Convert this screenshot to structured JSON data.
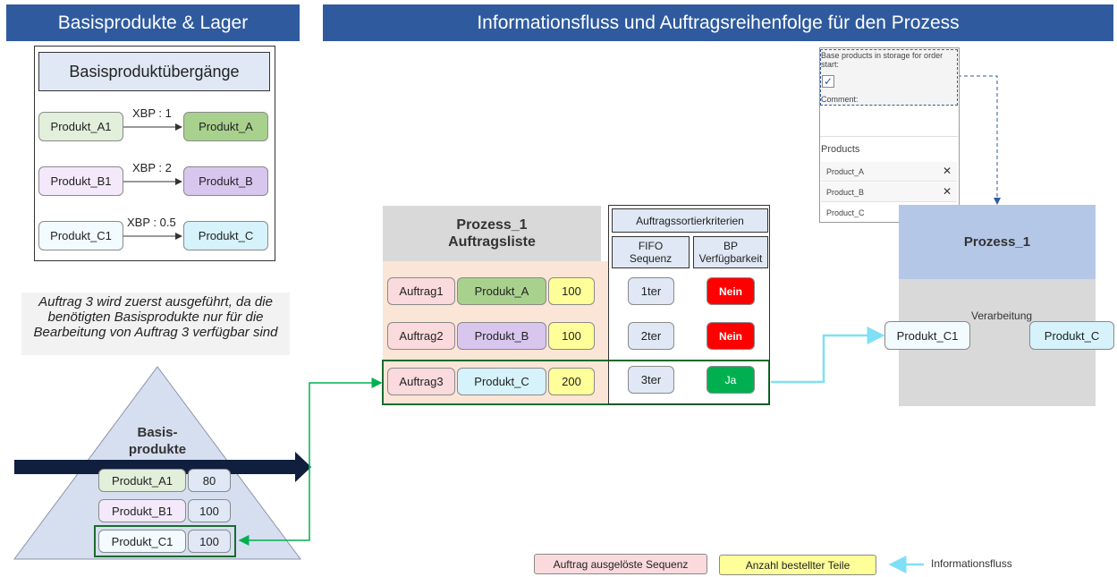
{
  "headers": {
    "left": "Basisprodukte & Lager",
    "right": "Informationsfluss und Auftragsreihenfolge für den Prozess"
  },
  "transitions": {
    "title": "Basisproduktübergänge",
    "rows": [
      {
        "from": "Produkt_A1",
        "to": "Produkt_A",
        "ratio": "XBP : 1"
      },
      {
        "from": "Produkt_B1",
        "to": "Produkt_B",
        "ratio": "XBP : 2"
      },
      {
        "from": "Produkt_C1",
        "to": "Produkt_C",
        "ratio": "XBP : 0.5"
      }
    ]
  },
  "note": "Auftrag 3 wird zuerst ausgeführt, da die benötigten Basisprodukte nur für die Bearbeitung von Auftrag 3 verfügbar sind",
  "pyramid": {
    "title_line1": "Basis-",
    "title_line2": "produkte",
    "items": [
      {
        "name": "Produkt_A1",
        "qty": "80"
      },
      {
        "name": "Produkt_B1",
        "qty": "100"
      },
      {
        "name": "Produkt_C1",
        "qty": "100"
      }
    ]
  },
  "orderlist": {
    "title_line1": "Prozess_1",
    "title_line2": "Auftragsliste",
    "orders": [
      {
        "id": "Auftrag1",
        "product": "Produkt_A",
        "qty": "100"
      },
      {
        "id": "Auftrag2",
        "product": "Produkt_B",
        "qty": "100"
      },
      {
        "id": "Auftrag3",
        "product": "Produkt_C",
        "qty": "200"
      }
    ]
  },
  "criteria": {
    "title": "Auftragssortierkriterien",
    "col1_line1": "FIFO",
    "col1_line2": "Sequenz",
    "col2_line1": "BP",
    "col2_line2": "Verfügbarkeit",
    "rows": [
      {
        "seq": "1ter",
        "avail": "Nein"
      },
      {
        "seq": "2ter",
        "avail": "Nein"
      },
      {
        "seq": "3ter",
        "avail": "Ja"
      }
    ]
  },
  "panel": {
    "label": "Base products in storage for order start:",
    "comment": "Comment:",
    "products_title": "Products",
    "products": [
      "Product_A",
      "Product_B",
      "Product_C"
    ]
  },
  "process": {
    "title": "Prozess_1",
    "step": "Verarbeitung",
    "from": "Produkt_C1",
    "to": "Produkt_C"
  },
  "legend": {
    "seq": "Auftrag ausgelöste Sequenz",
    "qty": "Anzahl bestellter Teile",
    "flow": "Informationsfluss"
  },
  "colors": {
    "header": "#2f5a9e",
    "green_light": "#e2efda",
    "green": "#a9d18e",
    "purple_light": "#f3e9fa",
    "purple": "#d9c6ef",
    "blue_light": "#f2fbff",
    "blue": "#d6f2fb",
    "pink": "#fadadc",
    "yellow": "#ffff99",
    "red": "#ff0000",
    "green_ok": "#00b050",
    "flow": "#7fe0f5",
    "dark_green": "#1b6b2d"
  }
}
